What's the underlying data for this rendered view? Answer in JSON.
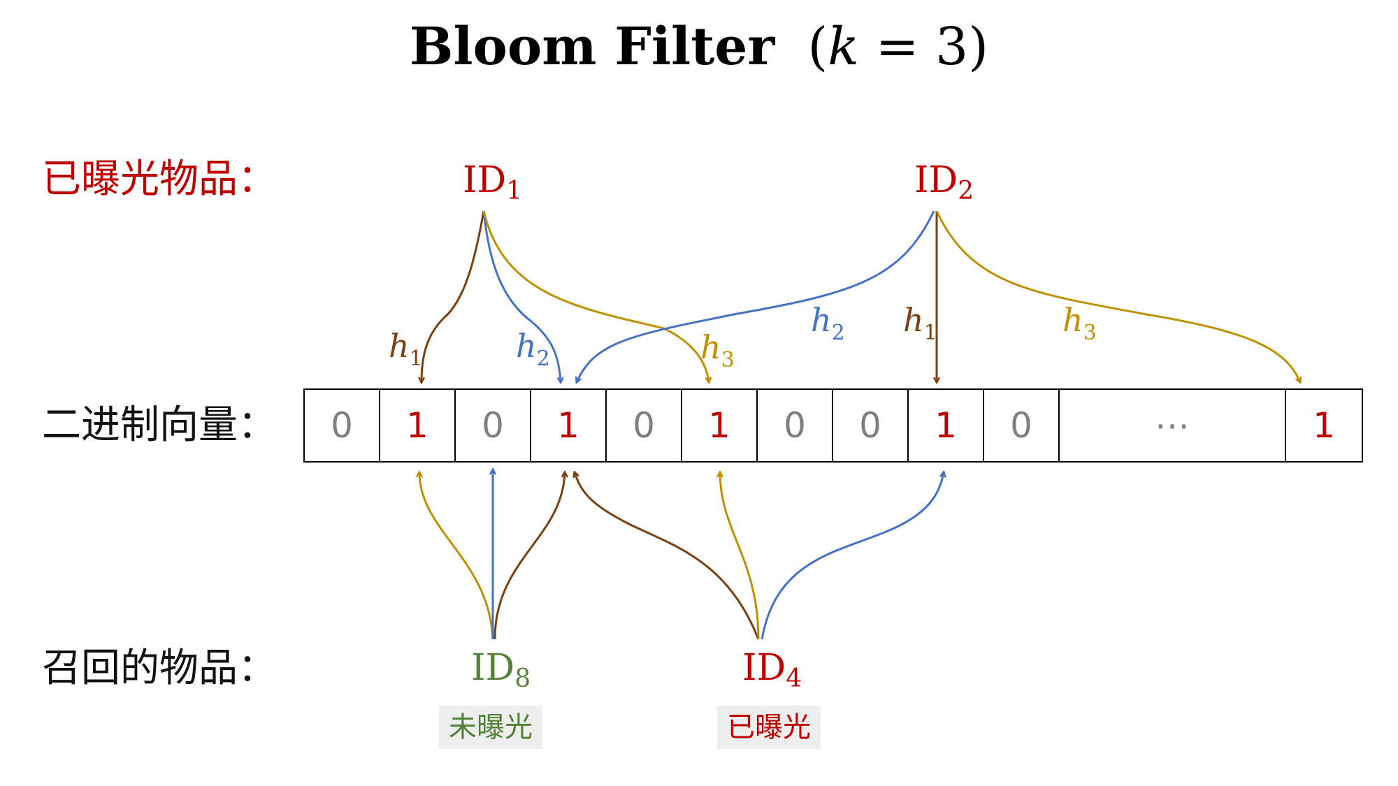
{
  "title": {
    "text": "Bloom Filter",
    "paren_open": "(",
    "k": "k",
    "eq": " = 3",
    "paren_close": ")"
  },
  "labels": {
    "exposed_items": "已曝光物品：",
    "binary_vector": "二进制向量：",
    "recalled_items": "召回的物品："
  },
  "exposed": [
    {
      "id": "ID",
      "sub": "1"
    },
    {
      "id": "ID",
      "sub": "2"
    }
  ],
  "recalled": [
    {
      "id": "ID",
      "sub": "8",
      "status": "未曝光"
    },
    {
      "id": "ID",
      "sub": "4",
      "status": "已曝光"
    }
  ],
  "hash_labels": [
    {
      "h": "h",
      "sub": "1"
    },
    {
      "h": "h",
      "sub": "2"
    },
    {
      "h": "h",
      "sub": "3"
    },
    {
      "h": "h",
      "sub": "2"
    },
    {
      "h": "h",
      "sub": "1"
    },
    {
      "h": "h",
      "sub": "3"
    }
  ],
  "bits": [
    "0",
    "1",
    "0",
    "1",
    "0",
    "1",
    "0",
    "0",
    "1",
    "0",
    "⋯",
    "1"
  ],
  "colors": {
    "h1": "#7B3F10",
    "h2": "#4472C4",
    "h3": "#BF9000",
    "exposed": "#C00000",
    "unexposed": "#538135"
  }
}
